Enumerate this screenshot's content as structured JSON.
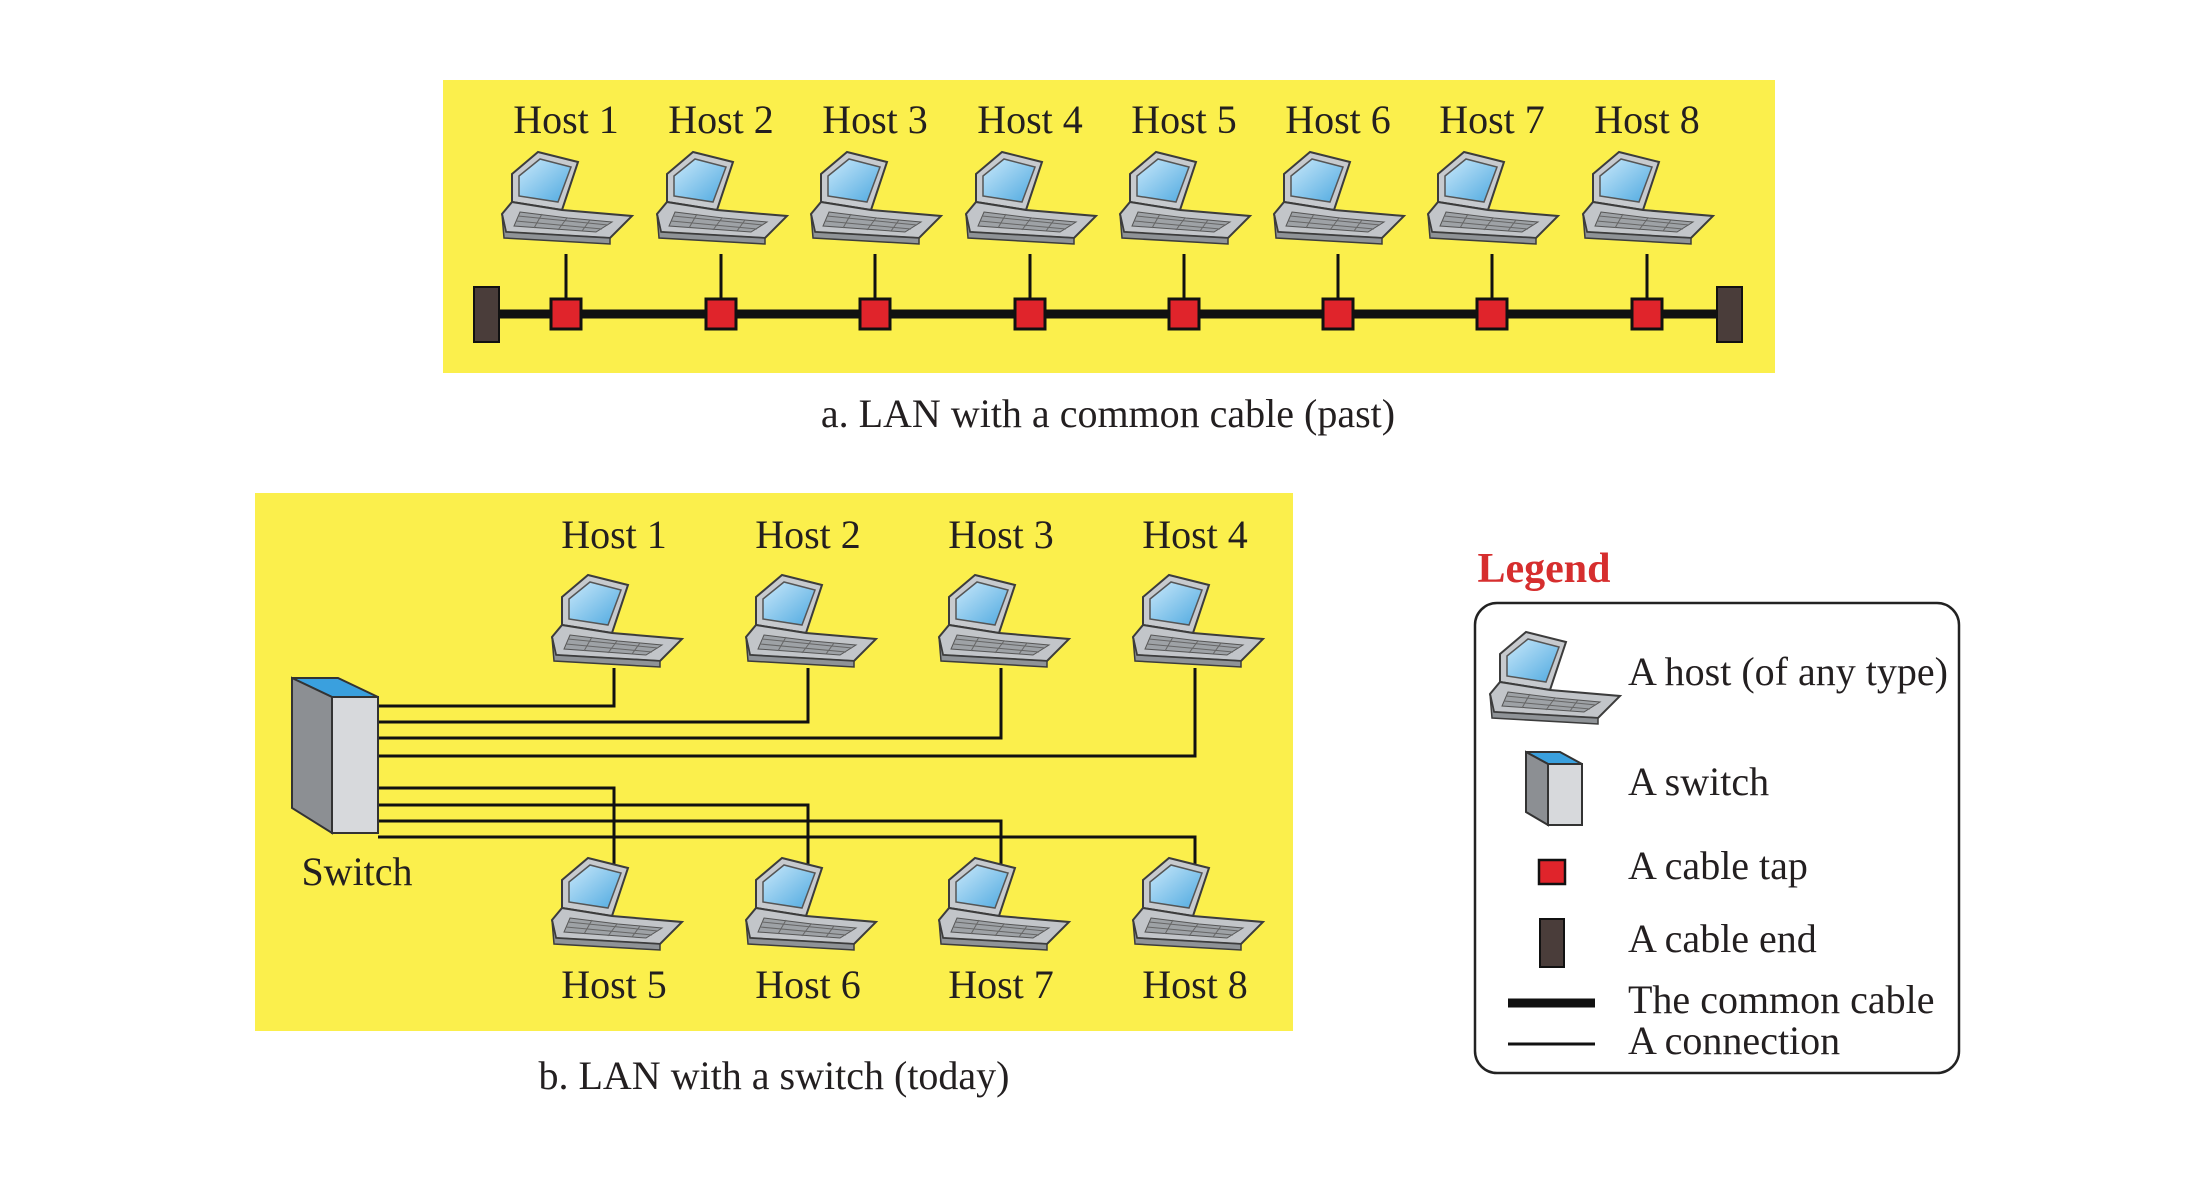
{
  "panel_a": {
    "hosts": [
      "Host 1",
      "Host 2",
      "Host 3",
      "Host 4",
      "Host 5",
      "Host 6",
      "Host 7",
      "Host 8"
    ],
    "caption": "a. LAN with a common cable (past)"
  },
  "panel_b": {
    "top_hosts": [
      "Host 1",
      "Host 2",
      "Host 3",
      "Host 4"
    ],
    "bottom_hosts": [
      "Host 5",
      "Host 6",
      "Host 7",
      "Host 8"
    ],
    "switch_label": "Switch",
    "caption": "b. LAN with a switch (today)"
  },
  "legend": {
    "title": "Legend",
    "items": {
      "host": "A host (of any type)",
      "switch": "A switch",
      "tap": "A cable tap",
      "end": "A cable end",
      "common": "The common cable",
      "connection": "A connection"
    }
  },
  "colors": {
    "panel_bg": "#fbef4c",
    "tap": "#e0242b",
    "cable_end": "#4a3d3a",
    "cable": "#111111",
    "switch_top": "#3aa0de",
    "legend_title": "#d62e2e",
    "screen": "#8ecbef",
    "laptop_body": "#b9bcc0"
  }
}
